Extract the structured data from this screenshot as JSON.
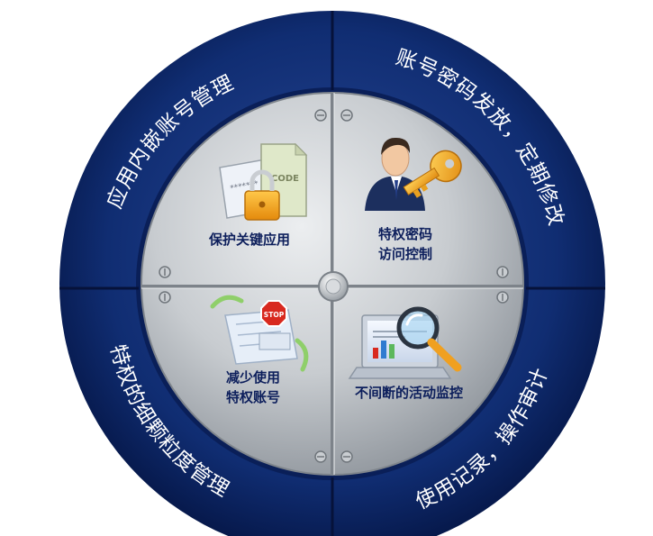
{
  "ring": {
    "top_left": "应用内嵌账号管理",
    "top_right": "账号密码发放，定期修改",
    "bottom_left": "特权的细颗粒度管理",
    "bottom_right": "使用记录，操作审计"
  },
  "quadrants": {
    "top_left": {
      "line1": "保护关键应用"
    },
    "top_right": {
      "line1": "特权密码",
      "line2": "访问控制"
    },
    "bottom_left": {
      "line1": "减少使用",
      "line2": "特权账号",
      "stop": "STOP"
    },
    "bottom_right": {
      "line1": "不间断的活动监控"
    }
  },
  "icons": {
    "document": {
      "code": "CODE"
    }
  },
  "colors": {
    "ring": "#0e2a6e",
    "ring_dark": "#071a4f",
    "panel": "#bfc3c8",
    "label": "#0d1f5c",
    "stop": "#d8291f",
    "key": "#f0a020",
    "lock": "#f2a51c"
  }
}
